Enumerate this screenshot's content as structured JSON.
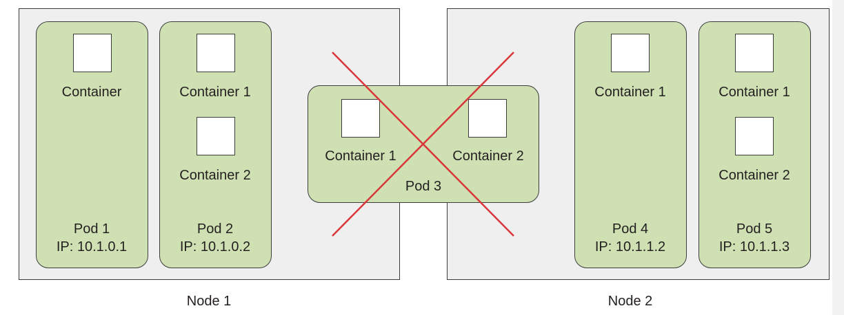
{
  "nodes": [
    {
      "label": "Node 1",
      "pods": [
        {
          "name": "Pod 1",
          "ip": "IP: 10.1.0.1",
          "containers": [
            "Container"
          ]
        },
        {
          "name": "Pod 2",
          "ip": "IP: 10.1.0.2",
          "containers": [
            "Container 1",
            "Container 2"
          ]
        }
      ]
    },
    {
      "label": "Node 2",
      "pods": [
        {
          "name": "Pod 4",
          "ip": "IP: 10.1.1.2",
          "containers": [
            "Container 1"
          ]
        },
        {
          "name": "Pod 5",
          "ip": "IP: 10.1.1.3",
          "containers": [
            "Container 1",
            "Container 2"
          ]
        }
      ]
    }
  ],
  "crossed_pod": {
    "name": "Pod 3",
    "containers": [
      "Container 1",
      "Container 2"
    ]
  },
  "colors": {
    "node_fill": "#efefef",
    "pod_fill": "#cfe0b3",
    "cross": "#d9363a",
    "stroke": "#3b3b3b"
  }
}
